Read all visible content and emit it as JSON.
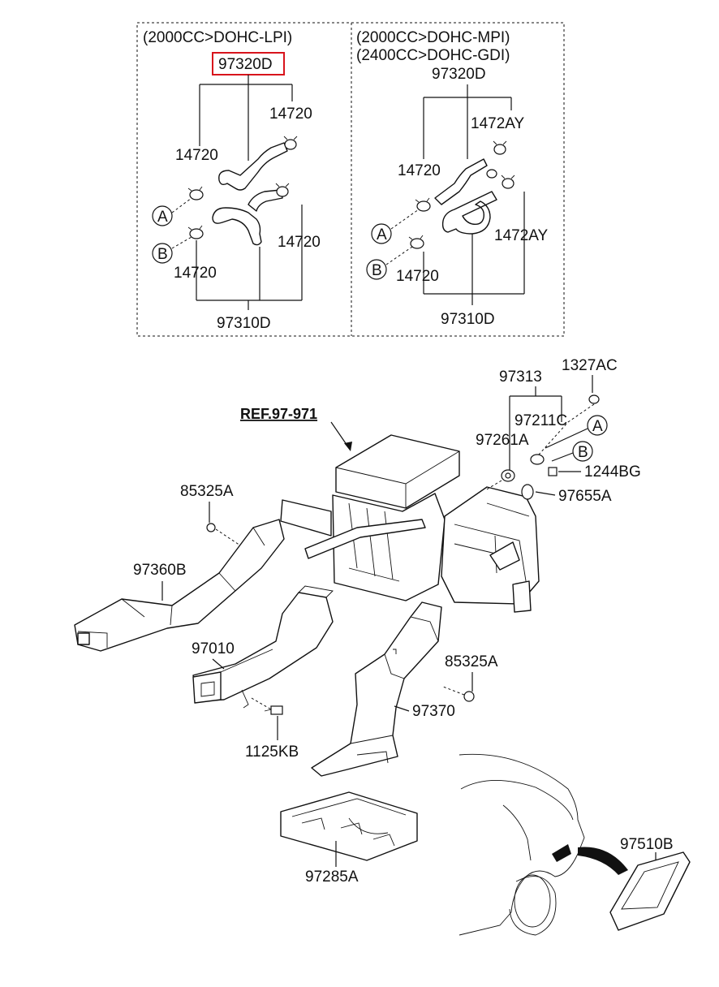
{
  "left_panel": {
    "engine": "(2000CC>DOHC-LPI)",
    "hose_upper": "97320D",
    "hose_lower": "97310D",
    "clamp_labels": [
      "14720",
      "14720",
      "14720",
      "14720"
    ],
    "ref_a": "A",
    "ref_b": "B"
  },
  "right_panel": {
    "engine_1": "(2000CC>DOHC-MPI)",
    "engine_2": "(2400CC>DOHC-GDI)",
    "hose_upper": "97320D",
    "hose_lower": "97310D",
    "clamp_labels": [
      "1472AY",
      "14720",
      "1472AY",
      "14720"
    ],
    "ref_a": "A",
    "ref_b": "B"
  },
  "main": {
    "reference": "REF.97-971",
    "parts": {
      "p97313": "97313",
      "p1327AC": "1327AC",
      "p97211C": "97211C",
      "p97261A": "97261A",
      "p1244BG": "1244BG",
      "p97655A": "97655A",
      "p85325A_left": "85325A",
      "p97360B": "97360B",
      "p97010": "97010",
      "p85325A_right": "85325A",
      "p97370": "97370",
      "p1125KB": "1125KB",
      "p97285A": "97285A",
      "p97510B": "97510B"
    },
    "ref_a": "A",
    "ref_b": "B"
  },
  "highlight_color": "#d8141c"
}
